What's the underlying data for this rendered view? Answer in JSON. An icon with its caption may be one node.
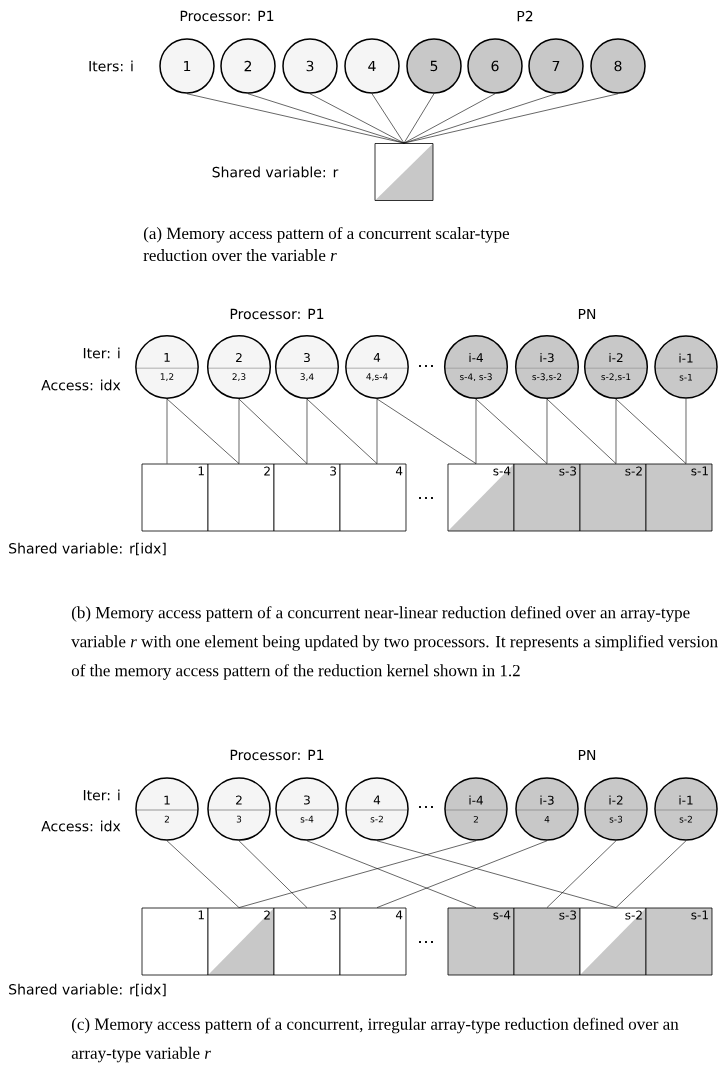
{
  "diagram": {
    "nodes": [
      {
        "text": [
          "1"
        ]
      },
      {
        "text": [
          "2"
        ]
      },
      {
        "text": [
          "3"
        ]
      },
      {
        "text": [
          "4"
        ]
      },
      {
        "text": [
          "5"
        ]
      },
      {
        "text": [
          "6"
        ]
      },
      {
        "text": [
          "7"
        ]
      },
      {
        "text": [
          "8"
        ]
      },
      {
        "text": [],
        "shape": "box"
      },
      {
        "text": [
          "1",
          "1,2"
        ]
      },
      {
        "text": [
          "2",
          "2,3"
        ]
      },
      {
        "text": [
          "3",
          "3,4"
        ]
      },
      {
        "text": [
          "4",
          "4,s-4"
        ]
      },
      {
        "text": [
          "i-4",
          "s-4, s-3"
        ]
      },
      {
        "text": [
          "i-3",
          "s-3,s-2"
        ]
      },
      {
        "text": [
          "i-2",
          "s-2,s-1"
        ]
      },
      {
        "text": [
          "i-1",
          "s-1"
        ]
      },
      {
        "text": [
          "1"
        ]
      },
      {
        "text": [
          "2"
        ]
      },
      {
        "text": [
          "3"
        ]
      },
      {
        "text": [
          "4"
        ]
      },
      {
        "text": [
          "s-4"
        ]
      },
      {
        "text": [
          "s-3"
        ]
      },
      {
        "text": [
          "s-2"
        ]
      },
      {
        "text": [
          "s-1"
        ]
      },
      {
        "text": [
          "1",
          "2"
        ]
      },
      {
        "text": [
          "2",
          "3"
        ]
      },
      {
        "text": [
          "3",
          "s-4"
        ]
      },
      {
        "text": [
          "4",
          "s-2"
        ]
      },
      {
        "text": [
          "i-4",
          "2"
        ]
      },
      {
        "text": [
          "i-3",
          "4"
        ]
      },
      {
        "text": [
          "i-2",
          "s-3"
        ]
      },
      {
        "text": [
          "i-1",
          "s-2"
        ]
      },
      {
        "text": [
          "1"
        ]
      },
      {
        "text": [
          "2"
        ]
      },
      {
        "text": [
          "3"
        ]
      },
      {
        "text": [
          "4"
        ]
      },
      {
        "text": [
          "s-4"
        ]
      },
      {
        "text": [
          "s-3"
        ]
      },
      {
        "text": [
          "s-2"
        ]
      },
      {
        "text": [
          "s-1"
        ]
      }
    ],
    "edges": [
      {
        "from": 0,
        "to": 8,
        "arrow": "none"
      },
      {
        "from": 1,
        "to": 8,
        "arrow": "none"
      },
      {
        "from": 2,
        "to": 8,
        "arrow": "none"
      },
      {
        "from": 3,
        "to": 8,
        "arrow": "none"
      },
      {
        "from": 4,
        "to": 8,
        "arrow": "none"
      },
      {
        "from": 5,
        "to": 8,
        "arrow": "none"
      },
      {
        "from": 6,
        "to": 8,
        "arrow": "none"
      },
      {
        "from": 7,
        "to": 8,
        "arrow": "none"
      },
      {
        "from": 9,
        "to": 17,
        "arrow": "none"
      },
      {
        "from": 9,
        "to": 18,
        "arrow": "none"
      },
      {
        "from": 10,
        "to": 18,
        "arrow": "none"
      },
      {
        "from": 10,
        "to": 19,
        "arrow": "none"
      },
      {
        "from": 11,
        "to": 19,
        "arrow": "none"
      },
      {
        "from": 11,
        "to": 20,
        "arrow": "none"
      },
      {
        "from": 12,
        "to": 20,
        "arrow": "none"
      },
      {
        "from": 12,
        "to": 21,
        "arrow": "none"
      },
      {
        "from": 13,
        "to": 21,
        "arrow": "none"
      },
      {
        "from": 13,
        "to": 22,
        "arrow": "none"
      },
      {
        "from": 14,
        "to": 22,
        "arrow": "none"
      },
      {
        "from": 14,
        "to": 23,
        "arrow": "none"
      },
      {
        "from": 15,
        "to": 23,
        "arrow": "none"
      },
      {
        "from": 15,
        "to": 24,
        "arrow": "none"
      },
      {
        "from": 16,
        "to": 24,
        "arrow": "none"
      },
      {
        "from": 25,
        "to": 34,
        "arrow": "none"
      },
      {
        "from": 26,
        "to": 35,
        "arrow": "none"
      },
      {
        "from": 27,
        "to": 37,
        "arrow": "none"
      },
      {
        "from": 28,
        "to": 39,
        "arrow": "none"
      },
      {
        "from": 29,
        "to": 34,
        "arrow": "none"
      },
      {
        "from": 30,
        "to": 36,
        "arrow": "none"
      },
      {
        "from": 31,
        "to": 38,
        "arrow": "none"
      },
      {
        "from": 32,
        "to": 39,
        "arrow": "none"
      }
    ],
    "labels": [
      "Processor: P1",
      "P2",
      "Iters: i",
      "Shared variable: r",
      "(a) Memory access pattern of a concurrent scalar-type reduction over the variable *r*",
      "Processor: P1",
      "PN",
      "Iter: i",
      "Access: idx",
      "…",
      "…",
      "Shared variable: r[idx]",
      "(b) Memory access pattern of a concurrent near-linear reduction defined over an array-type variable *r* with one element being updated by two processors. It represents a simplified version of the memory access pattern of the reduction kernel shown in 1.2",
      "Processor: P1",
      "PN",
      "Iter: i",
      "Access: idx",
      "…",
      "…",
      "Shared variable: r[idx]",
      "(c) Memory access pattern of a concurrent, irregular array-type reduction defined over an array-type variable *r*"
    ]
  }
}
